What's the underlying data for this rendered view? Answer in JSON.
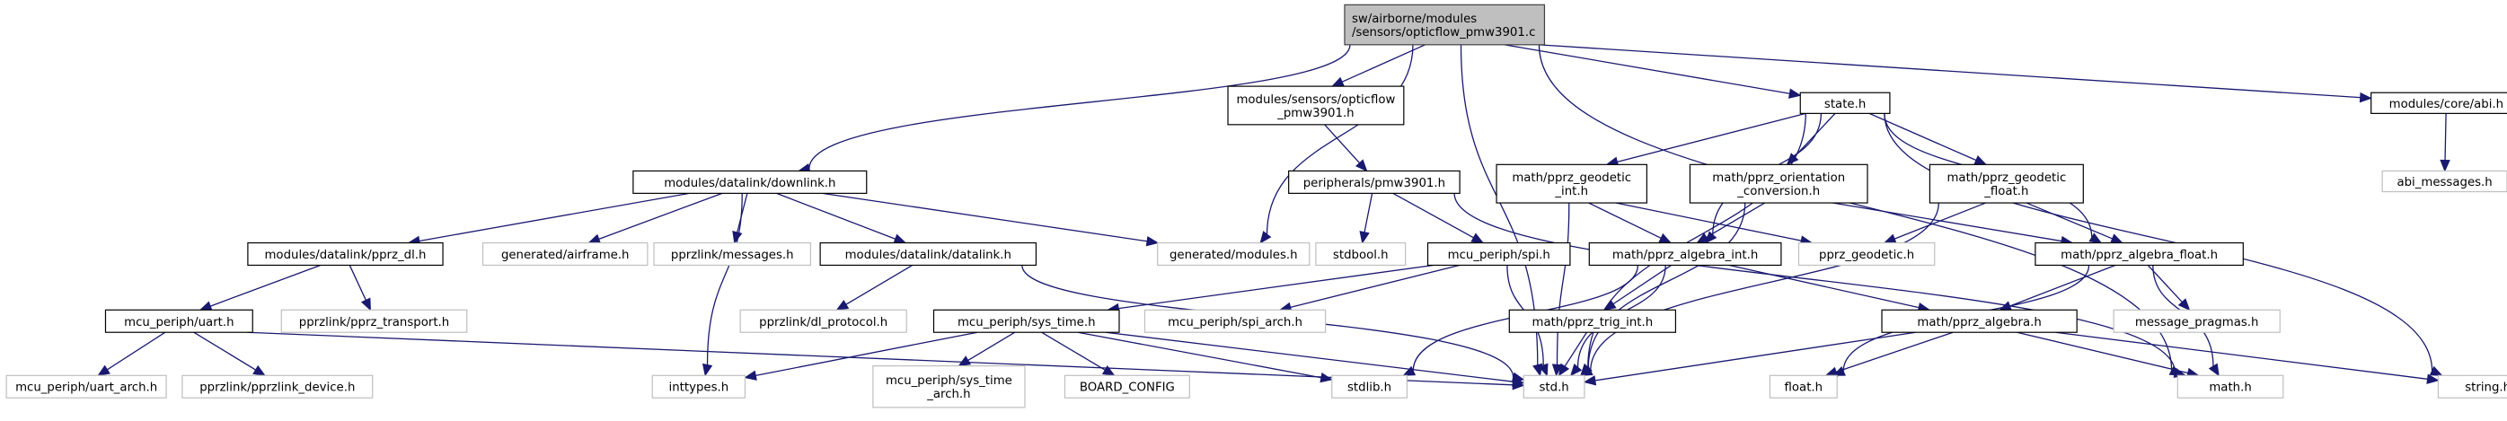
{
  "title": "Include dependency graph for opticflow_pmw3901.c",
  "colors": {
    "edge": "#191970",
    "root_fill": "#bfbfbf",
    "root_border": "#404040",
    "documented_border": "#000000",
    "undocumented_border": "#bfbfbf",
    "node_fill": "#ffffff"
  },
  "nodes": [
    {
      "id": "root",
      "label": [
        "sw/airborne/modules",
        "/sensors/opticflow_pmw3901.c"
      ],
      "kind": "root"
    },
    {
      "id": "opticflow_h",
      "label": [
        "modules/sensors/opticflow",
        "_pmw3901.h"
      ],
      "kind": "doc"
    },
    {
      "id": "state_h",
      "label": [
        "state.h"
      ],
      "kind": "doc"
    },
    {
      "id": "abi_h",
      "label": [
        "modules/core/abi.h"
      ],
      "kind": "doc"
    },
    {
      "id": "abi_messages_h",
      "label": [
        "abi_messages.h"
      ],
      "kind": "ext"
    },
    {
      "id": "downlink_h",
      "label": [
        "modules/datalink/downlink.h"
      ],
      "kind": "doc"
    },
    {
      "id": "pmw3901_h",
      "label": [
        "peripherals/pmw3901.h"
      ],
      "kind": "doc"
    },
    {
      "id": "geodetic_int_h",
      "label": [
        "math/pprz_geodetic",
        "_int.h"
      ],
      "kind": "doc"
    },
    {
      "id": "orientation_h",
      "label": [
        "math/pprz_orientation",
        "_conversion.h"
      ],
      "kind": "doc"
    },
    {
      "id": "geodetic_float_h",
      "label": [
        "math/pprz_geodetic",
        "_float.h"
      ],
      "kind": "doc"
    },
    {
      "id": "pprz_dl_h",
      "label": [
        "modules/datalink/pprz_dl.h"
      ],
      "kind": "doc"
    },
    {
      "id": "airframe_h",
      "label": [
        "generated/airframe.h"
      ],
      "kind": "ext"
    },
    {
      "id": "messages_h",
      "label": [
        "pprzlink/messages.h"
      ],
      "kind": "ext"
    },
    {
      "id": "datalink_h",
      "label": [
        "modules/datalink/datalink.h"
      ],
      "kind": "doc"
    },
    {
      "id": "modules_h",
      "label": [
        "generated/modules.h"
      ],
      "kind": "ext"
    },
    {
      "id": "stdbool_h",
      "label": [
        "stdbool.h"
      ],
      "kind": "ext"
    },
    {
      "id": "spi_h",
      "label": [
        "mcu_periph/spi.h"
      ],
      "kind": "doc"
    },
    {
      "id": "algebra_int_h",
      "label": [
        "math/pprz_algebra_int.h"
      ],
      "kind": "doc"
    },
    {
      "id": "pprz_geodetic_h",
      "label": [
        "pprz_geodetic.h"
      ],
      "kind": "ext"
    },
    {
      "id": "algebra_float_h",
      "label": [
        "math/pprz_algebra_float.h"
      ],
      "kind": "doc"
    },
    {
      "id": "uart_h",
      "label": [
        "mcu_periph/uart.h"
      ],
      "kind": "doc"
    },
    {
      "id": "pprz_transport_h",
      "label": [
        "pprzlink/pprz_transport.h"
      ],
      "kind": "ext"
    },
    {
      "id": "dl_protocol_h",
      "label": [
        "pprzlink/dl_protocol.h"
      ],
      "kind": "ext"
    },
    {
      "id": "sys_time_h",
      "label": [
        "mcu_periph/sys_time.h"
      ],
      "kind": "doc"
    },
    {
      "id": "spi_arch_h",
      "label": [
        "mcu_periph/spi_arch.h"
      ],
      "kind": "ext"
    },
    {
      "id": "trig_int_h",
      "label": [
        "math/pprz_trig_int.h"
      ],
      "kind": "doc"
    },
    {
      "id": "algebra_h",
      "label": [
        "math/pprz_algebra.h"
      ],
      "kind": "doc"
    },
    {
      "id": "message_pragmas_h",
      "label": [
        "message_pragmas.h"
      ],
      "kind": "ext"
    },
    {
      "id": "uart_arch_h",
      "label": [
        "mcu_periph/uart_arch.h"
      ],
      "kind": "ext"
    },
    {
      "id": "pprzlink_device_h",
      "label": [
        "pprzlink/pprzlink_device.h"
      ],
      "kind": "ext"
    },
    {
      "id": "inttypes_h",
      "label": [
        "inttypes.h"
      ],
      "kind": "ext"
    },
    {
      "id": "sys_time_arch_h",
      "label": [
        "mcu_periph/sys_time",
        "_arch.h"
      ],
      "kind": "ext"
    },
    {
      "id": "board_config",
      "label": [
        "BOARD_CONFIG"
      ],
      "kind": "ext"
    },
    {
      "id": "stdlib_h",
      "label": [
        "stdlib.h"
      ],
      "kind": "ext"
    },
    {
      "id": "std_h",
      "label": [
        "std.h"
      ],
      "kind": "ext"
    },
    {
      "id": "float_h",
      "label": [
        "float.h"
      ],
      "kind": "ext"
    },
    {
      "id": "math_h",
      "label": [
        "math.h"
      ],
      "kind": "ext"
    },
    {
      "id": "string_h",
      "label": [
        "string.h"
      ],
      "kind": "ext"
    }
  ],
  "edges": [
    [
      "root",
      "downlink_h"
    ],
    [
      "root",
      "modules_h"
    ],
    [
      "root",
      "opticflow_h"
    ],
    [
      "root",
      "std_h"
    ],
    [
      "root",
      "state_h"
    ],
    [
      "root",
      "abi_h"
    ],
    [
      "root",
      "math_h"
    ],
    [
      "abi_h",
      "abi_messages_h"
    ],
    [
      "opticflow_h",
      "pmw3901_h"
    ],
    [
      "pmw3901_h",
      "stdbool_h"
    ],
    [
      "pmw3901_h",
      "spi_h"
    ],
    [
      "pmw3901_h",
      "math_h"
    ],
    [
      "downlink_h",
      "pprz_dl_h"
    ],
    [
      "downlink_h",
      "airframe_h"
    ],
    [
      "downlink_h",
      "messages_h"
    ],
    [
      "downlink_h",
      "datalink_h"
    ],
    [
      "downlink_h",
      "modules_h"
    ],
    [
      "downlink_h",
      "inttypes_h"
    ],
    [
      "pprz_dl_h",
      "uart_h"
    ],
    [
      "pprz_dl_h",
      "pprz_transport_h"
    ],
    [
      "uart_h",
      "uart_arch_h"
    ],
    [
      "uart_h",
      "pprzlink_device_h"
    ],
    [
      "uart_h",
      "std_h"
    ],
    [
      "datalink_h",
      "dl_protocol_h"
    ],
    [
      "datalink_h",
      "std_h"
    ],
    [
      "spi_h",
      "sys_time_h"
    ],
    [
      "spi_h",
      "spi_arch_h"
    ],
    [
      "spi_h",
      "std_h"
    ],
    [
      "sys_time_h",
      "inttypes_h"
    ],
    [
      "sys_time_h",
      "sys_time_arch_h"
    ],
    [
      "sys_time_h",
      "board_config"
    ],
    [
      "sys_time_h",
      "stdlib_h"
    ],
    [
      "sys_time_h",
      "std_h"
    ],
    [
      "state_h",
      "geodetic_int_h"
    ],
    [
      "state_h",
      "orientation_h"
    ],
    [
      "state_h",
      "geodetic_float_h"
    ],
    [
      "state_h",
      "algebra_int_h"
    ],
    [
      "state_h",
      "algebra_float_h"
    ],
    [
      "state_h",
      "std_h"
    ],
    [
      "state_h",
      "string_h"
    ],
    [
      "geodetic_int_h",
      "algebra_int_h"
    ],
    [
      "geodetic_int_h",
      "pprz_geodetic_h"
    ],
    [
      "geodetic_int_h",
      "std_h"
    ],
    [
      "orientation_h",
      "algebra_int_h"
    ],
    [
      "orientation_h",
      "algebra_float_h"
    ],
    [
      "orientation_h",
      "std_h"
    ],
    [
      "geodetic_float_h",
      "pprz_geodetic_h"
    ],
    [
      "geodetic_float_h",
      "algebra_float_h"
    ],
    [
      "geodetic_float_h",
      "std_h"
    ],
    [
      "algebra_int_h",
      "trig_int_h"
    ],
    [
      "algebra_int_h",
      "algebra_h"
    ],
    [
      "algebra_int_h",
      "std_h"
    ],
    [
      "algebra_int_h",
      "stdlib_h"
    ],
    [
      "trig_int_h",
      "std_h"
    ],
    [
      "algebra_float_h",
      "algebra_h"
    ],
    [
      "algebra_float_h",
      "message_pragmas_h"
    ],
    [
      "algebra_float_h",
      "float_h"
    ],
    [
      "algebra_float_h",
      "math_h"
    ],
    [
      "algebra_h",
      "float_h"
    ],
    [
      "algebra_h",
      "math_h"
    ],
    [
      "algebra_h",
      "std_h"
    ],
    [
      "algebra_h",
      "string_h"
    ]
  ]
}
